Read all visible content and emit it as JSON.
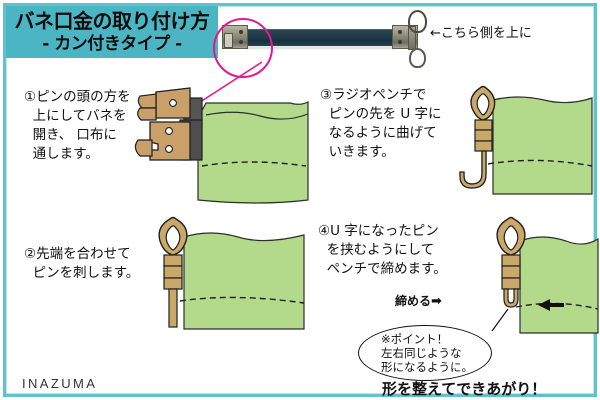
{
  "title": {
    "line1": "バネ口金の取り付け方",
    "line2": "- カン付きタイプ -",
    "background_color": "#4bb5c4"
  },
  "frame": {
    "border_color": "#5fc2cf",
    "inner_border_color": "#bfe6ea",
    "background_color": "#ffffff"
  },
  "header": {
    "photo_note": "←こちら側を上に",
    "highlight_color": "#e5188f"
  },
  "colors": {
    "fabric_green": "#b3d98a",
    "fabric_green_dark": "#8fb86a",
    "pin_tan": "#c9a86a",
    "pin_tan_dark": "#9a7f45",
    "hand_tan": "#caa06a",
    "clasp_gray": "#555555",
    "outline": "#111111",
    "photo_bar": "#203a48",
    "photo_metal": "#8d8b7a"
  },
  "steps": [
    {
      "id": "step-1",
      "number": "①",
      "text": "①ピンの頭の方を\n  上にしてバネを\n  開き、 口布に\n  通します。"
    },
    {
      "id": "step-2",
      "number": "②",
      "text": "②先端を合わせて\n  ピンを刺します。"
    },
    {
      "id": "step-3",
      "number": "③",
      "text": "③ラジオペンチで\n  ピンの先を U 字に\n  なるように曲げて\n  いきます。"
    },
    {
      "id": "step-4",
      "number": "④",
      "text": "④U 字になったピン\n  を挟むようにして\n  ペンチで締めます。"
    }
  ],
  "annotations": {
    "tighten_label": "締める",
    "tighten_arrow": "➡",
    "point_bubble": "※ポイント！\n左右同じような\n形になるように。",
    "finish_text": "形を整えてできあがり！"
  },
  "footer": {
    "brand": "INAZUMA"
  }
}
